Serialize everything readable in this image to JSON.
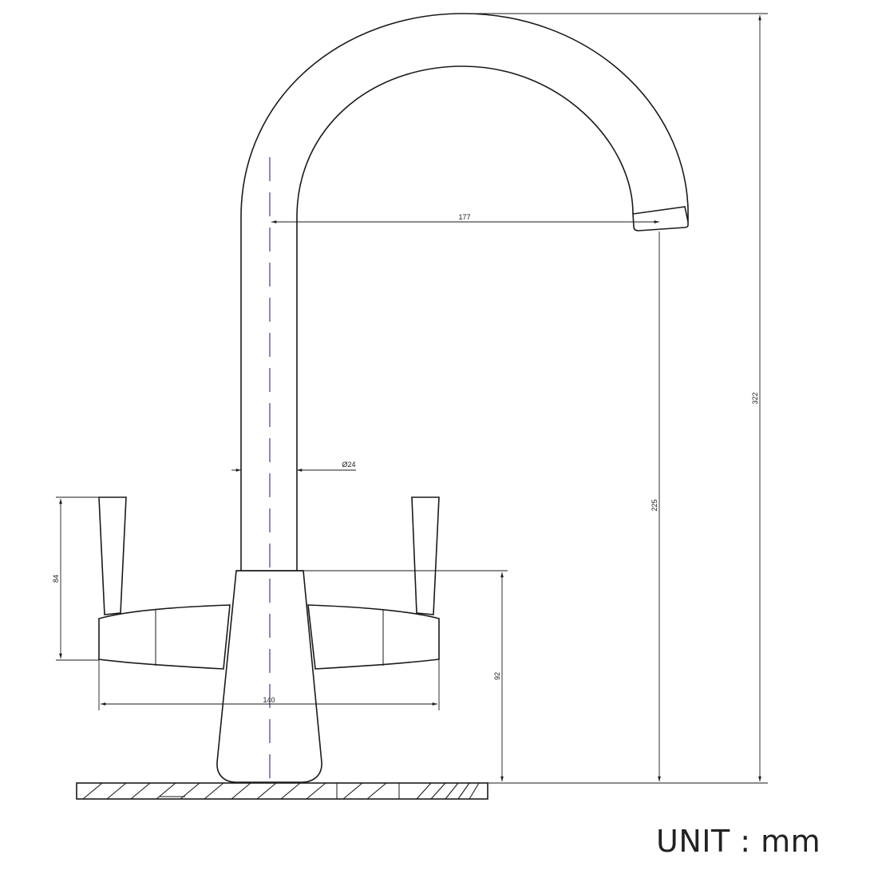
{
  "dimensions": {
    "total_height": "322",
    "spout_reach": "177",
    "spout_clearance": "225",
    "handle_height": "84",
    "body_height": "92",
    "handle_span": "140",
    "tube_diameter": "Ø24"
  },
  "unit_label": "UNIT : mm",
  "colors": {
    "line": "#1a1a1a",
    "center_line": "#2a2a7a",
    "background": "#ffffff"
  }
}
